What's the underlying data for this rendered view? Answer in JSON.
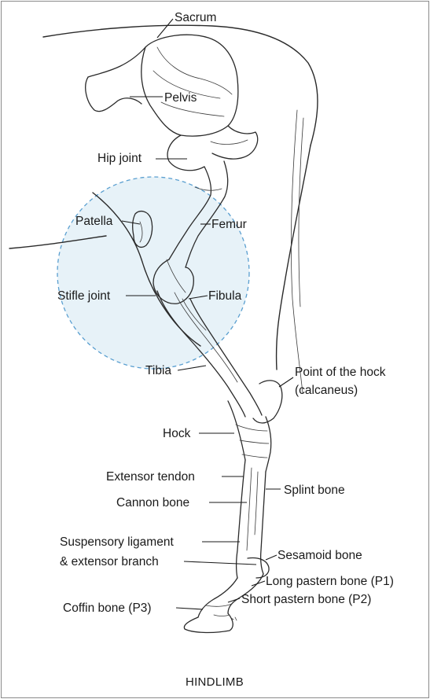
{
  "caption": "HINDLIMB",
  "highlight_color": "#a9cfe6",
  "labels": {
    "sacrum": "Sacrum",
    "pelvis": "Pelvis",
    "hip_joint": "Hip joint",
    "patella": "Patella",
    "femur": "Femur",
    "stifle_joint": "Stifle joint",
    "fibula": "Fibula",
    "tibia": "Tibia",
    "point_of_hock_line1": "Point of the hock",
    "point_of_hock_line2": "(calcaneus)",
    "hock": "Hock",
    "extensor_tendon": "Extensor tendon",
    "splint_bone": "Splint bone",
    "cannon_bone": "Cannon bone",
    "suspensory_line1": "Suspensory ligament",
    "suspensory_line2": "& extensor branch",
    "sesamoid_bone": "Sesamoid bone",
    "long_pastern": "Long pastern bone (P1)",
    "short_pastern": "Short pastern bone (P2)",
    "coffin_bone": "Coffin bone (P3)"
  }
}
